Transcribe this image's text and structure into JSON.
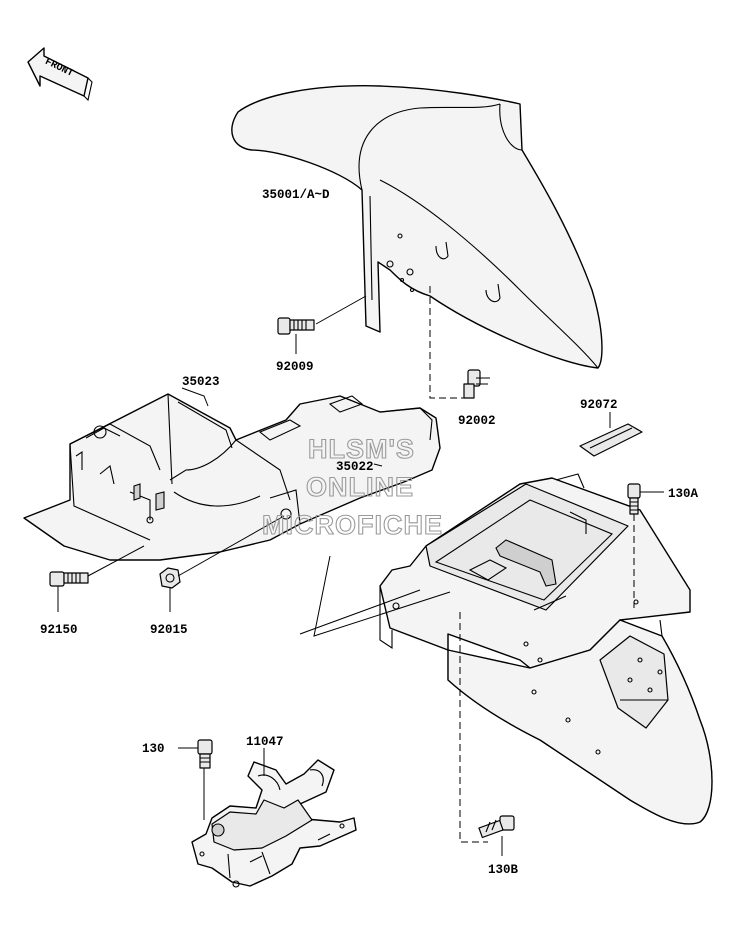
{
  "front_indicator": {
    "label": "FRONT",
    "icon": "front-arrow-icon"
  },
  "watermark": {
    "line1": "HLSM'S",
    "line2": "ONLINE",
    "line3": "MICROFICHE"
  },
  "callouts": {
    "front_fender": "35001/A~D",
    "bolt_92009": "92009",
    "flap_35023": "35023",
    "bolt_92002": "92002",
    "strap_92072": "92072",
    "rear_fender": "35022",
    "bolt_130A": "130A",
    "bolt_92150": "92150",
    "nut_92015": "92015",
    "bolt_130": "130",
    "bracket_11047": "11047",
    "bolt_130B": "130B"
  }
}
